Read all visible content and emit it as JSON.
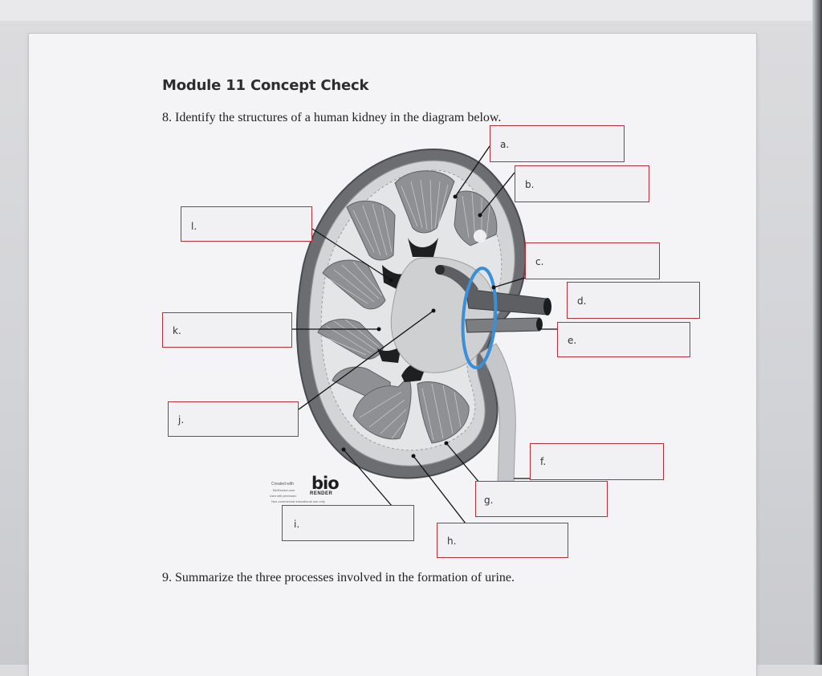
{
  "title": "Module 11 Concept Check",
  "question8": "8. Identify the structures of a human kidney in the diagram below.",
  "question9": "9. Summarize the three processes involved in the formation of urine.",
  "labels": {
    "a": "a.",
    "b": "b.",
    "c": "c.",
    "d": "d.",
    "e": "e.",
    "f": "f.",
    "g": "g.",
    "h": "h.",
    "i": "i.",
    "j": "j.",
    "k": "k.",
    "l": "l."
  },
  "logo": {
    "created": "Created with",
    "brand": "bio",
    "render": "RENDER",
    "line1": "BioRender.com",
    "line2": "Used with permission",
    "line3": "Non-commercial educational use only"
  },
  "colors": {
    "box_border": "#b0323a",
    "highlight_circle": "#3a8fd6"
  }
}
